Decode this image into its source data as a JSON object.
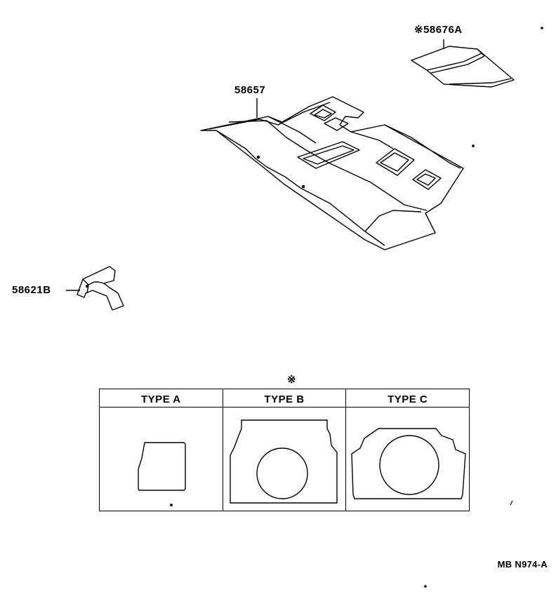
{
  "parts": {
    "top_right": "※58676A",
    "center": "58657",
    "left": "58621B"
  },
  "types_note_mark": "※",
  "types": [
    {
      "label": "TYPE A"
    },
    {
      "label": "TYPE B"
    },
    {
      "label": "TYPE C"
    }
  ],
  "figure_ref": "MB N974-A"
}
